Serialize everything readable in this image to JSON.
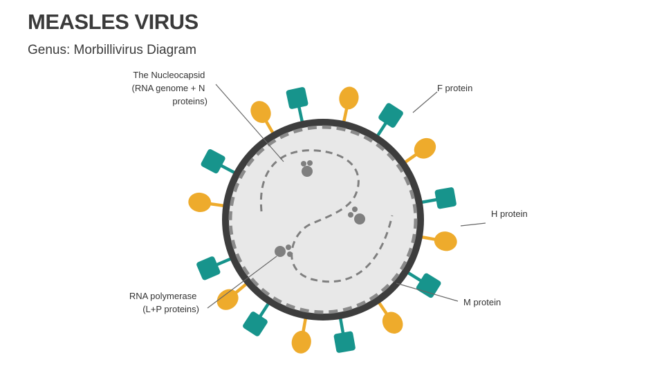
{
  "title": "MEASLES VIRUS",
  "subtitle": "Genus: Morbillivirus Diagram",
  "labels": {
    "nucleocapsid": [
      "The Nucleocapsid",
      "(RNA genome + N",
      "proteins)"
    ],
    "f_protein": "F protein",
    "h_protein": "H protein",
    "m_protein": "M protein",
    "rna_polymerase": [
      "RNA polymerase",
      "(L+P proteins)"
    ]
  },
  "colors": {
    "envelope": "#3d3d3d",
    "interior": "#e8e8e8",
    "membrane_dash": "#8a8a8a",
    "f_protein": "#eeab2c",
    "h_protein": "#17948c",
    "rna": "#7f7f7f"
  }
}
